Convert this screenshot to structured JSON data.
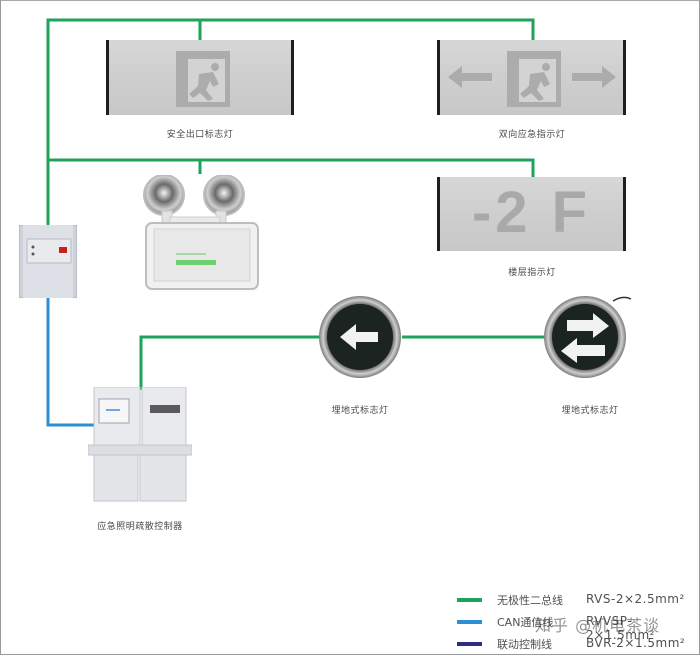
{
  "diagram": {
    "title": "Emergency lighting & evacuation indicator system wiring",
    "colors": {
      "bus_line": "#1fa25a",
      "can_line": "#2b8fd3",
      "control_line": "#2b2f7e",
      "sign_panel": "#cfcfcf",
      "sign_glyph": "#a9a9a9",
      "frame": "#9a9a9a"
    },
    "devices": {
      "exit_sign": {
        "label": "安全出口标志灯",
        "icon": "running-man-exit-icon"
      },
      "bidirectional_sign": {
        "label": "双向应急指示灯",
        "icon": "running-man-exit-icon"
      },
      "floor_sign": {
        "label": "楼层指示灯",
        "text": "-2 F"
      },
      "twin_head_light": {
        "label": "",
        "icon": "twin-head-emergency-light"
      },
      "distribution_box": {
        "label": "",
        "icon": "distribution-box-icon"
      },
      "inground_sign_left": {
        "label": "埋地式标志灯",
        "icon": "arrow-left-icon"
      },
      "inground_sign_right": {
        "label": "埋地式标志灯",
        "icon": "double-arrow-icon"
      },
      "controller": {
        "label": "应急照明疏散控制器",
        "icon": "control-cabinet-icon"
      }
    },
    "connections": [
      {
        "from": "distribution_box",
        "to": "exit_sign",
        "type": "bus"
      },
      {
        "from": "distribution_box",
        "to": "bidirectional_sign",
        "type": "bus"
      },
      {
        "from": "distribution_box",
        "to": "twin_head_light",
        "type": "bus"
      },
      {
        "from": "distribution_box",
        "to": "floor_sign",
        "type": "bus"
      },
      {
        "from": "distribution_box",
        "to": "controller",
        "type": "can"
      },
      {
        "from": "controller",
        "to": "inground_sign_left",
        "type": "bus"
      },
      {
        "from": "inground_sign_left",
        "to": "inground_sign_right",
        "type": "bus"
      }
    ]
  },
  "legend": [
    {
      "name": "无极性二总线",
      "spec": "RVS-2×2.5mm²",
      "color": "#1fa25a"
    },
    {
      "name": "CAN通信线",
      "spec": "RVVSP-2×1.5mm²",
      "color": "#2b8fd3"
    },
    {
      "name": "联动控制线",
      "spec": "BVR-2×1.5mm²",
      "color": "#2b2f7e"
    }
  ],
  "watermark": "知乎 @机电茶谈"
}
